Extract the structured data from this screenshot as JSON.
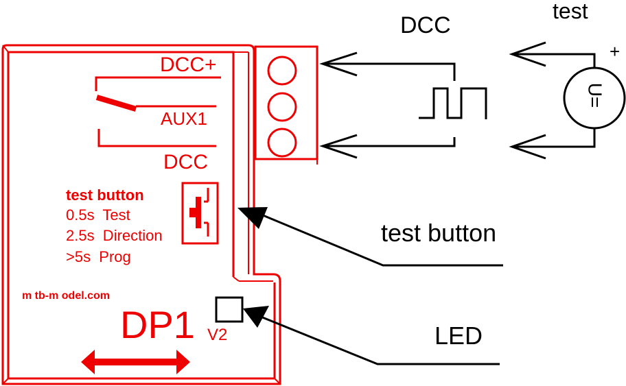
{
  "colors": {
    "board": "#ee0000",
    "wiring": "#000000",
    "background": "#ffffff"
  },
  "board": {
    "terminals": [
      "DCC+",
      "AUX1",
      "DCC"
    ],
    "test_button_panel": {
      "title": "test button",
      "lines": [
        "0.5s  Test",
        "2.5s  Direction",
        ">5s  Prog"
      ]
    },
    "website": "m tb-m odel.com",
    "model": "DP1",
    "version": "V2"
  },
  "signals": {
    "dcc_label": "DCC",
    "test_label": "test",
    "source_polarity": "+",
    "source_symbol": "U="
  },
  "callouts": {
    "test_button": "test button",
    "led": "LED"
  },
  "icons": {
    "terminal-screw": "circle",
    "push-button": "switch-symbol",
    "square-wave": "pulse",
    "voltage-source": "circle-U",
    "direction-arrow": "double-arrow"
  }
}
